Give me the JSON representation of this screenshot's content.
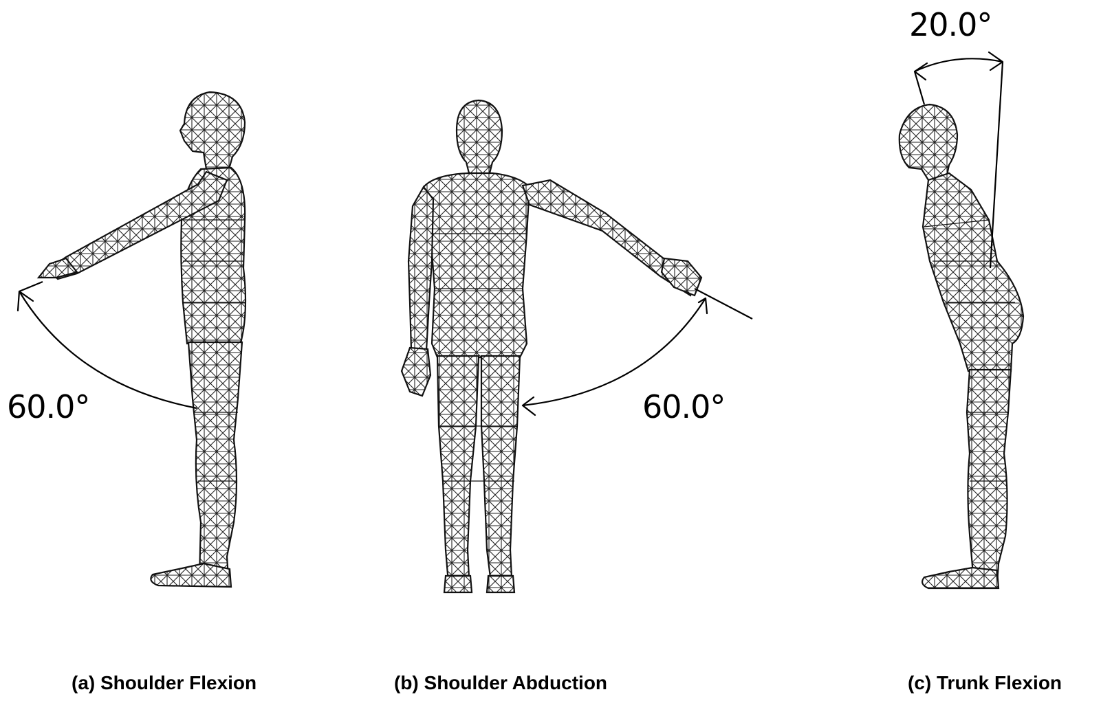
{
  "panels": [
    {
      "caption": "(a) Shoulder Flexion",
      "angle_label": "60.0°"
    },
    {
      "caption": "(b) Shoulder Abduction",
      "angle_label": "60.0°"
    },
    {
      "caption": "(c) Trunk Flexion",
      "angle_label": "20.0°"
    }
  ],
  "colors": {
    "ink": "#000000",
    "background": "#ffffff"
  }
}
